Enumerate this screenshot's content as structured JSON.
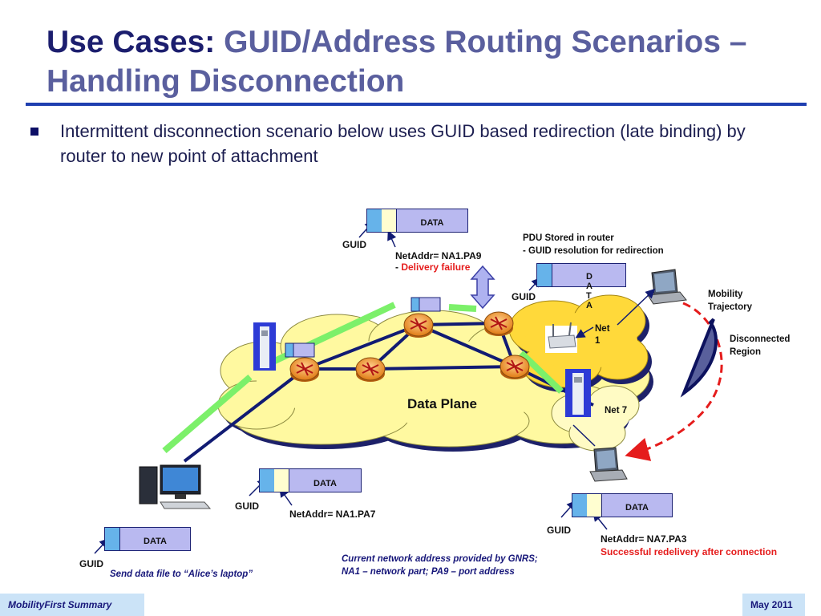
{
  "title": {
    "lead": "Use Cases:",
    "rest": "GUID/Address Routing Scenarios – Handling Disconnection"
  },
  "bullet": "Intermittent disconnection scenario below uses GUID based redirection (late binding) by router to new point of attachment",
  "diagram": {
    "data_plane_label": "Data Plane",
    "net1_label": "Net 1",
    "net7_label": "Net 7",
    "packets": {
      "top": {
        "data": "DATA",
        "guid": "GUID",
        "netaddr": "NetAddr= NA1.PA9",
        "delivery_prefix": "- ",
        "delivery_failure": "Delivery failure"
      },
      "stored": {
        "data": "DATA",
        "guid": "GUID",
        "pdu_line1": "PDU Stored in router",
        "pdu_line2": "- GUID resolution for redirection"
      },
      "mid_left": {
        "data": "DATA",
        "guid": "GUID",
        "netaddr": "NetAddr= NA1.PA7"
      },
      "bottom_left": {
        "data": "DATA",
        "guid": "GUID",
        "send": "Send data file to “Alice’s laptop”"
      },
      "bottom_right": {
        "data": "DATA",
        "guid": "GUID",
        "netaddr": "NetAddr= NA7.PA3",
        "success": "Successful redelivery after connection"
      }
    },
    "mobility_line1": "Mobility",
    "mobility_line2": "Trajectory",
    "disconnected_line1": "Disconnected",
    "disconnected_line2": "Region",
    "gnrs_line1": "Current network address provided by GNRS;",
    "gnrs_line2": "NA1 – network part; PA9 – port address",
    "colors": {
      "cloud": "#fff9a0",
      "cloud_net1": "#ffd93a",
      "router": "#f2a23c",
      "link": "#111b73",
      "wireless": "#7cf06a",
      "trajectory": "#e51c1c",
      "accent": "#1f3fb0"
    }
  },
  "footer": {
    "left": "MobilityFirst Summary",
    "right": "May 2011"
  }
}
